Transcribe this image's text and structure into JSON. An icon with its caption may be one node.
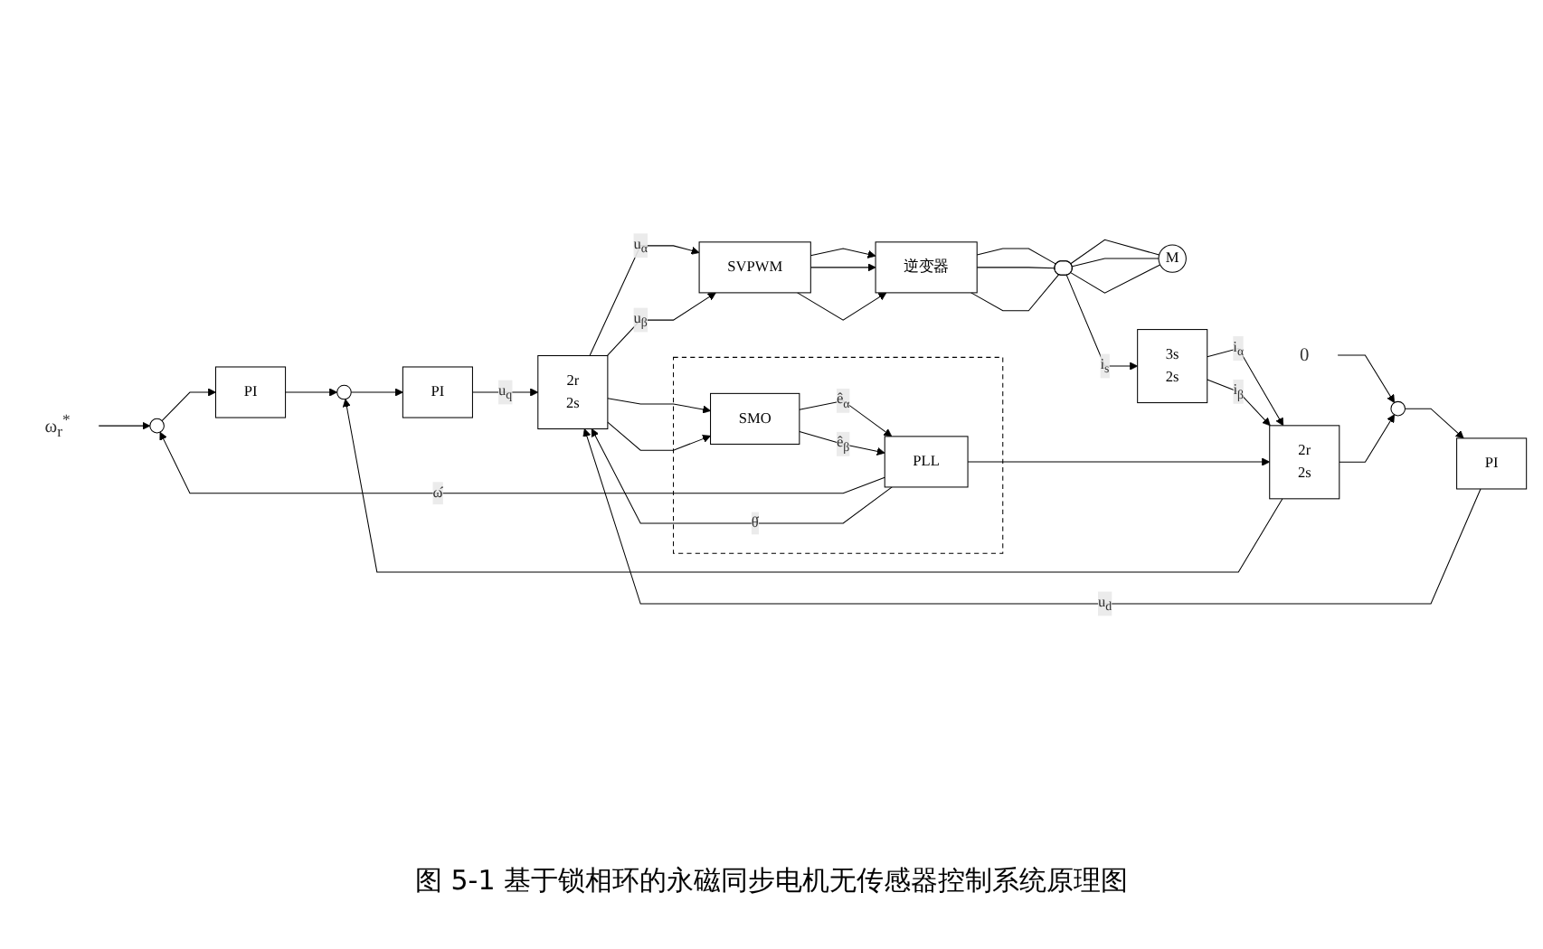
{
  "diagram": {
    "caption": "图 5-1 基于锁相环的永磁同步电机无传感器控制系统原理图",
    "nodes": [
      {
        "text": [
          "ω$_{r}$$^{*}$"
        ]
      },
      {
        "text": [],
        "shape": "circle"
      },
      {
        "text": [
          "PI"
        ]
      },
      {
        "text": [],
        "shape": "circle"
      },
      {
        "text": [
          "PI"
        ]
      },
      {
        "text": [
          "0"
        ]
      },
      {
        "text": [],
        "shape": "circle"
      },
      {
        "text": [
          "PI"
        ]
      },
      {
        "text": [
          "2r",
          "2s"
        ]
      },
      {
        "text": [
          "SVPWM"
        ]
      },
      {
        "text": [
          "逆变器"
        ]
      },
      {
        "text": [],
        "shape": "box"
      },
      {
        "text": [
          "PLL"
        ],
        "in": 11
      },
      {
        "text": [
          "SMO"
        ],
        "in": 11
      },
      {
        "text": [],
        "shape": "ellipse"
      },
      {
        "text": [
          "M"
        ]
      },
      {
        "text": [
          "2r",
          "2s"
        ]
      },
      {
        "text": [
          "3s",
          "2s"
        ]
      }
    ],
    "edges": [
      {
        "from": 0,
        "to": 1,
        "arrow": "to"
      },
      {
        "from": 1,
        "to": 2,
        "arrow": "to"
      },
      {
        "from": 2,
        "to": 3,
        "arrow": "to"
      },
      {
        "from": 3,
        "to": 4,
        "arrow": "to"
      },
      {
        "from": 4,
        "to": 8,
        "arrow": "to",
        "label": "u$_{q}$"
      },
      {
        "from": 5,
        "to": 6,
        "arrow": "to"
      },
      {
        "from": 6,
        "to": 7,
        "arrow": "to"
      },
      {
        "from": 7,
        "to": 8,
        "arrow": "to",
        "label": "u$_{d}$"
      },
      {
        "from": 8,
        "to": 9,
        "arrow": "to",
        "label": "u$_{α}$"
      },
      {
        "from": 8,
        "to": 9,
        "arrow": "to",
        "label": "u$_{β}$"
      },
      {
        "from": 8,
        "to": 13,
        "arrow": "to"
      },
      {
        "from": 8,
        "to": 13,
        "arrow": "to"
      },
      {
        "from": 9,
        "to": 10,
        "arrow": "to"
      },
      {
        "from": 9,
        "to": 10,
        "arrow": "to"
      },
      {
        "from": 9,
        "to": 10,
        "arrow": "to"
      },
      {
        "from": 10,
        "to": 14,
        "arrow": "none"
      },
      {
        "from": 10,
        "to": 14,
        "arrow": "none"
      },
      {
        "from": 10,
        "to": 14,
        "arrow": "none"
      },
      {
        "from": 14,
        "to": 15,
        "arrow": "none"
      },
      {
        "from": 14,
        "to": 15,
        "arrow": "none"
      },
      {
        "from": 14,
        "to": 15,
        "arrow": "none"
      },
      {
        "from": 14,
        "to": 17,
        "arrow": "to",
        "label": "i$_{s}$"
      },
      {
        "from": 17,
        "to": 16,
        "arrow": "to",
        "label": "i$_{α}$"
      },
      {
        "from": 17,
        "to": 16,
        "arrow": "to",
        "label": "i$_{β}$"
      },
      {
        "from": 13,
        "to": 12,
        "arrow": "to",
        "label": "ê$_{α}$"
      },
      {
        "from": 13,
        "to": 12,
        "arrow": "to",
        "label": "ê$_{β}$"
      },
      {
        "from": 12,
        "to": 1,
        "arrow": "to",
        "label": "ω̂"
      },
      {
        "from": 12,
        "to": 8,
        "arrow": "to",
        "label": "θ̂"
      },
      {
        "from": 12,
        "to": 16,
        "arrow": "to"
      },
      {
        "from": 16,
        "to": 3,
        "arrow": "to"
      },
      {
        "from": 16,
        "to": 6,
        "arrow": "to"
      }
    ]
  }
}
